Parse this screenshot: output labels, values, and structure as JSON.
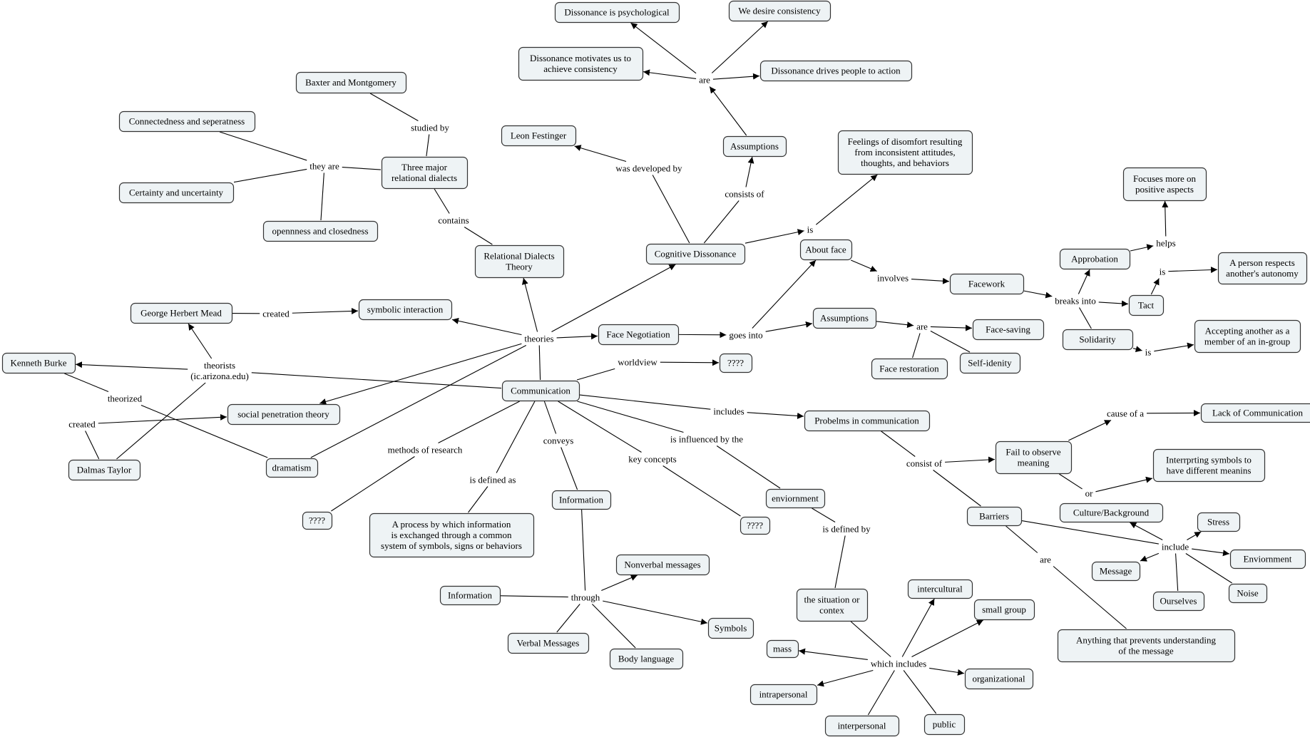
{
  "concepts": [
    {
      "id": "diss-psych",
      "lines": [
        "Dissonance is psychological"
      ]
    },
    {
      "id": "desire-consistency",
      "lines": [
        "We desire consistency"
      ]
    },
    {
      "id": "diss-motivates",
      "lines": [
        "Dissonance motivates us to",
        "achieve consistency"
      ]
    },
    {
      "id": "diss-drives",
      "lines": [
        "Dissonance drives people to action"
      ]
    },
    {
      "id": "baxter",
      "lines": [
        "Baxter and Montgomery"
      ]
    },
    {
      "id": "connectedness",
      "lines": [
        "Connectedness and seperatness"
      ]
    },
    {
      "id": "three-dialects",
      "lines": [
        "Three major",
        "relational dialects"
      ]
    },
    {
      "id": "leon",
      "lines": [
        "Leon Festinger"
      ]
    },
    {
      "id": "assumptions-cd",
      "lines": [
        "Assumptions"
      ]
    },
    {
      "id": "feelings",
      "lines": [
        "Feelings of disomfort resulting",
        "from inconsistent attitudes,",
        "thoughts, and behaviors"
      ]
    },
    {
      "id": "focuses",
      "lines": [
        "Focuses more on",
        "positive aspects"
      ]
    },
    {
      "id": "certainty",
      "lines": [
        "Certainty and uncertainty"
      ]
    },
    {
      "id": "openness",
      "lines": [
        "opennness and closedness"
      ]
    },
    {
      "id": "rdt",
      "lines": [
        "Relational Dialects",
        "Theory"
      ]
    },
    {
      "id": "cog-diss",
      "lines": [
        "Cognitive Dissonance"
      ]
    },
    {
      "id": "about-face",
      "lines": [
        "About face"
      ]
    },
    {
      "id": "approbation",
      "lines": [
        "Approbation"
      ]
    },
    {
      "id": "person-respects",
      "lines": [
        "A person respects",
        "another's autonomy"
      ]
    },
    {
      "id": "facework",
      "lines": [
        "Facework"
      ]
    },
    {
      "id": "tact",
      "lines": [
        "Tact"
      ]
    },
    {
      "id": "mead",
      "lines": [
        "George Herbert Mead"
      ]
    },
    {
      "id": "symbolic",
      "lines": [
        "symbolic interaction"
      ]
    },
    {
      "id": "face-neg",
      "lines": [
        "Face Negotiation"
      ]
    },
    {
      "id": "assumptions-fn",
      "lines": [
        "Assumptions"
      ]
    },
    {
      "id": "face-saving",
      "lines": [
        "Face-saving"
      ]
    },
    {
      "id": "solidarity",
      "lines": [
        "Solidarity"
      ]
    },
    {
      "id": "accepting",
      "lines": [
        "Accepting another as a",
        "member of an in-group"
      ]
    },
    {
      "id": "burke",
      "lines": [
        "Kenneth Burke"
      ]
    },
    {
      "id": "q-worldview",
      "lines": [
        "????"
      ]
    },
    {
      "id": "face-restoration",
      "lines": [
        "Face restoration"
      ]
    },
    {
      "id": "self-identity",
      "lines": [
        "Self-idenity"
      ]
    },
    {
      "id": "communication",
      "lines": [
        "Communication"
      ]
    },
    {
      "id": "social-pen",
      "lines": [
        "social penetration theory"
      ]
    },
    {
      "id": "problems",
      "lines": [
        "Probelms in communication"
      ]
    },
    {
      "id": "lack-comm",
      "lines": [
        "Lack of Communication"
      ]
    },
    {
      "id": "fail-observe",
      "lines": [
        "Fail to observe",
        "meaning"
      ]
    },
    {
      "id": "interpreting",
      "lines": [
        "Interrprting symbols to",
        "have different meanins"
      ]
    },
    {
      "id": "dramatism",
      "lines": [
        "dramatism"
      ]
    },
    {
      "id": "taylor",
      "lines": [
        "Dalmas Taylor"
      ]
    },
    {
      "id": "information",
      "lines": [
        "Information"
      ]
    },
    {
      "id": "environment",
      "lines": [
        "enviornment"
      ]
    },
    {
      "id": "culture",
      "lines": [
        "Culture/Background"
      ]
    },
    {
      "id": "barriers",
      "lines": [
        "Barriers"
      ]
    },
    {
      "id": "stress",
      "lines": [
        "Stress"
      ]
    },
    {
      "id": "q-methods",
      "lines": [
        "????"
      ]
    },
    {
      "id": "process-def",
      "lines": [
        "A process by which information",
        "is exchanged through a common",
        "system of symbols, signs or behaviors"
      ]
    },
    {
      "id": "q-key",
      "lines": [
        "????"
      ]
    },
    {
      "id": "b-environment",
      "lines": [
        "Enviornment"
      ]
    },
    {
      "id": "nonverbal",
      "lines": [
        "Nonverbal messages"
      ]
    },
    {
      "id": "message",
      "lines": [
        "Message"
      ]
    },
    {
      "id": "intercultural",
      "lines": [
        "intercultural"
      ]
    },
    {
      "id": "information2",
      "lines": [
        "Information"
      ]
    },
    {
      "id": "noise",
      "lines": [
        "Noise"
      ]
    },
    {
      "id": "ourselves",
      "lines": [
        "Ourselves"
      ]
    },
    {
      "id": "small-group",
      "lines": [
        "small group"
      ]
    },
    {
      "id": "situation",
      "lines": [
        "the situation or",
        "contex"
      ]
    },
    {
      "id": "symbols",
      "lines": [
        "Symbols"
      ]
    },
    {
      "id": "verbal",
      "lines": [
        "Verbal Messages"
      ]
    },
    {
      "id": "anything",
      "lines": [
        "Anything that prevents understanding",
        "of the message"
      ]
    },
    {
      "id": "mass",
      "lines": [
        "mass"
      ]
    },
    {
      "id": "body-lang",
      "lines": [
        "Body language"
      ]
    },
    {
      "id": "organizational",
      "lines": [
        "organizational"
      ]
    },
    {
      "id": "intrapersonal",
      "lines": [
        "intrapersonal"
      ]
    },
    {
      "id": "public",
      "lines": [
        "public"
      ]
    },
    {
      "id": "interpersonal",
      "lines": [
        "interpersonal"
      ]
    }
  ],
  "links": [
    {
      "id": "are-cd",
      "lines": [
        "are"
      ]
    },
    {
      "id": "studied-by",
      "lines": [
        "studied by"
      ]
    },
    {
      "id": "was-developed-by",
      "lines": [
        "was developed by"
      ]
    },
    {
      "id": "they-are",
      "lines": [
        "they are"
      ]
    },
    {
      "id": "consists-of",
      "lines": [
        "consists of"
      ]
    },
    {
      "id": "helps",
      "lines": [
        "helps"
      ]
    },
    {
      "id": "contains",
      "lines": [
        "contains"
      ]
    },
    {
      "id": "is-feelings",
      "lines": [
        "is"
      ]
    },
    {
      "id": "is-tact",
      "lines": [
        "is"
      ]
    },
    {
      "id": "involves",
      "lines": [
        "involves"
      ]
    },
    {
      "id": "breaks-into",
      "lines": [
        "breaks into"
      ]
    },
    {
      "id": "created-mead",
      "lines": [
        "created"
      ]
    },
    {
      "id": "theories",
      "lines": [
        "theories"
      ]
    },
    {
      "id": "goes-into",
      "lines": [
        "goes into"
      ]
    },
    {
      "id": "are-fn",
      "lines": [
        "are"
      ]
    },
    {
      "id": "is-solidarity",
      "lines": [
        "is"
      ]
    },
    {
      "id": "theorists",
      "lines": [
        "theorists",
        "(ic.arizona.edu)"
      ]
    },
    {
      "id": "worldview",
      "lines": [
        "worldview"
      ]
    },
    {
      "id": "theorized",
      "lines": [
        "theorized"
      ]
    },
    {
      "id": "includes",
      "lines": [
        "includes"
      ]
    },
    {
      "id": "cause-of-a",
      "lines": [
        "cause of a"
      ]
    },
    {
      "id": "created-taylor",
      "lines": [
        "created"
      ]
    },
    {
      "id": "methods",
      "lines": [
        "methods of research"
      ]
    },
    {
      "id": "conveys",
      "lines": [
        "conveys"
      ]
    },
    {
      "id": "is-influenced",
      "lines": [
        "is influenced by the"
      ]
    },
    {
      "id": "key-concepts",
      "lines": [
        "key concepts"
      ]
    },
    {
      "id": "consist-of",
      "lines": [
        "consist of"
      ]
    },
    {
      "id": "is-defined-as",
      "lines": [
        "is defined as"
      ]
    },
    {
      "id": "or",
      "lines": [
        "or"
      ]
    },
    {
      "id": "is-defined-by",
      "lines": [
        "is defined by"
      ]
    },
    {
      "id": "include",
      "lines": [
        "include"
      ]
    },
    {
      "id": "are-barriers",
      "lines": [
        "are"
      ]
    },
    {
      "id": "through",
      "lines": [
        "through"
      ]
    },
    {
      "id": "which-includes",
      "lines": [
        "which includes"
      ]
    }
  ],
  "colors": {
    "node_fill": "#eef3f5",
    "node_stroke": "#333333",
    "line": "#000000",
    "text": "#000000"
  }
}
